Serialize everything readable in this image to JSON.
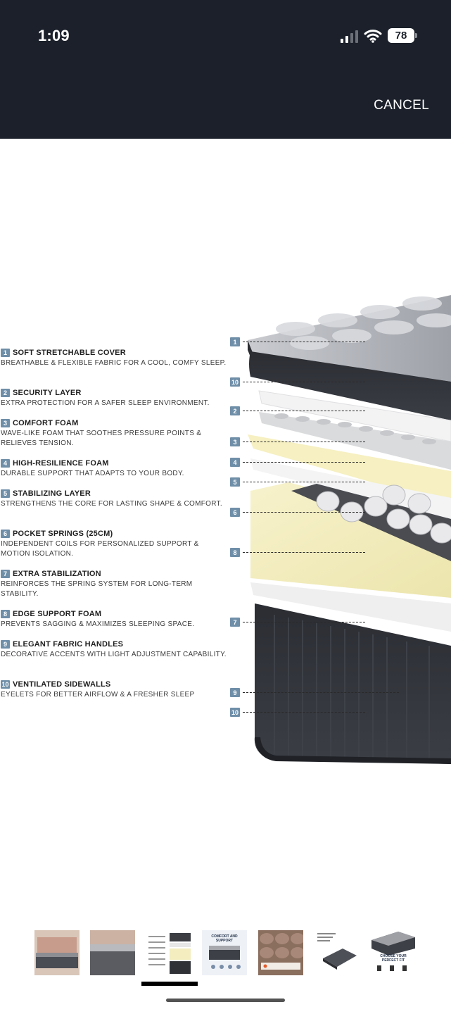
{
  "status_bar": {
    "time": "1:09",
    "battery": "78",
    "icons": [
      "cellular-signal-icon",
      "wifi-icon",
      "battery-icon"
    ]
  },
  "header": {
    "cancel_label": "CANCEL",
    "background_color": "#1b202a"
  },
  "features": [
    {
      "number": "1",
      "title": "SOFT STRETCHABLE COVER",
      "description": "BREATHABLE & FLEXIBLE FABRIC FOR A COOL, COMFY SLEEP."
    },
    {
      "number": "2",
      "title": "SECURITY LAYER",
      "description": "EXTRA PROTECTION FOR A SAFER SLEEP ENVIRONMENT."
    },
    {
      "number": "3",
      "title": "COMFORT FOAM",
      "description": "WAVE-LIKE FOAM THAT SOOTHES PRESSURE POINTS & RELIEVES TENSION."
    },
    {
      "number": "4",
      "title": "HIGH-RESILIENCE FOAM",
      "description": "DURABLE SUPPORT THAT ADAPTS TO YOUR BODY."
    },
    {
      "number": "5",
      "title": "STABILIZING LAYER",
      "description": "STRENGTHENS THE CORE FOR LASTING SHAPE & COMFORT."
    },
    {
      "number": "6",
      "title": "POCKET SPRINGS (25CM)",
      "description": "INDEPENDENT COILS FOR PERSONALIZED SUPPORT & MOTION ISOLATION."
    },
    {
      "number": "7",
      "title": "EXTRA STABILIZATION",
      "description": "REINFORCES THE SPRING SYSTEM FOR LONG-TERM STABILITY."
    },
    {
      "number": "8",
      "title": "EDGE SUPPORT FOAM",
      "description": "PREVENTS SAGGING & MAXIMIZES SLEEPING SPACE."
    },
    {
      "number": "9",
      "title": "ELEGANT FABRIC HANDLES",
      "description": "DECORATIVE ACCENTS WITH LIGHT ADJUSTMENT CAPABILITY."
    },
    {
      "number": "10",
      "title": "VENTILATED SIDEWALLS",
      "description": "EYELETS FOR BETTER AIRFLOW & A FRESHER SLEEP"
    }
  ],
  "callouts": [
    "1",
    "10",
    "2",
    "3",
    "4",
    "5",
    "6",
    "8",
    "7",
    "9",
    "10"
  ],
  "thumbnails": [
    {
      "label": ""
    },
    {
      "label": ""
    },
    {
      "label": ""
    },
    {
      "label": "COMFORT AND SUPPORT"
    },
    {
      "label": ""
    },
    {
      "label": ""
    },
    {
      "label": "CHOOSE YOUR PERFECT FIT"
    }
  ],
  "selected_thumbnail_index": 2,
  "colors": {
    "badge": "#6f8ea8",
    "foam_yellow": "#f6f1c7",
    "mattress_dark": "#2e3036"
  }
}
